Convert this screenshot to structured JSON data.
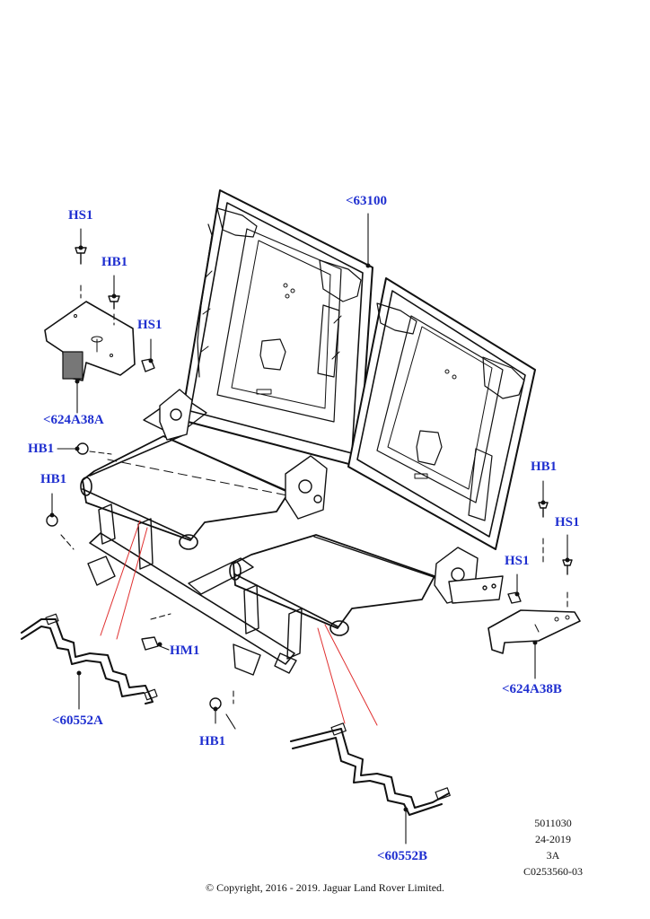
{
  "colors": {
    "callout": "#1f2fd0",
    "line": "#111111",
    "leader_red": "#e03030"
  },
  "callouts": {
    "hs1_top_left": "HS1",
    "hb1_top_left": "HB1",
    "hs1_mid_left": "HS1",
    "part_624A38A": "<624A38A",
    "hb1_left_upper": "HB1",
    "hb1_left_lower": "HB1",
    "part_63100": "<63100",
    "hb1_right": "HB1",
    "hs1_right_upper": "HS1",
    "hs1_right_lower": "HS1",
    "part_624A38B": "<624A38B",
    "hm1": "HM1",
    "part_60552A": "<60552A",
    "hb1_bottom": "HB1",
    "part_60552B": "<60552B"
  },
  "meta": {
    "code1": "5011030",
    "code2": "24-2019",
    "code3": "3A",
    "code4": "C0253560-03"
  },
  "copyright": "© Copyright, 2016 - 2019. Jaguar Land Rover Limited."
}
